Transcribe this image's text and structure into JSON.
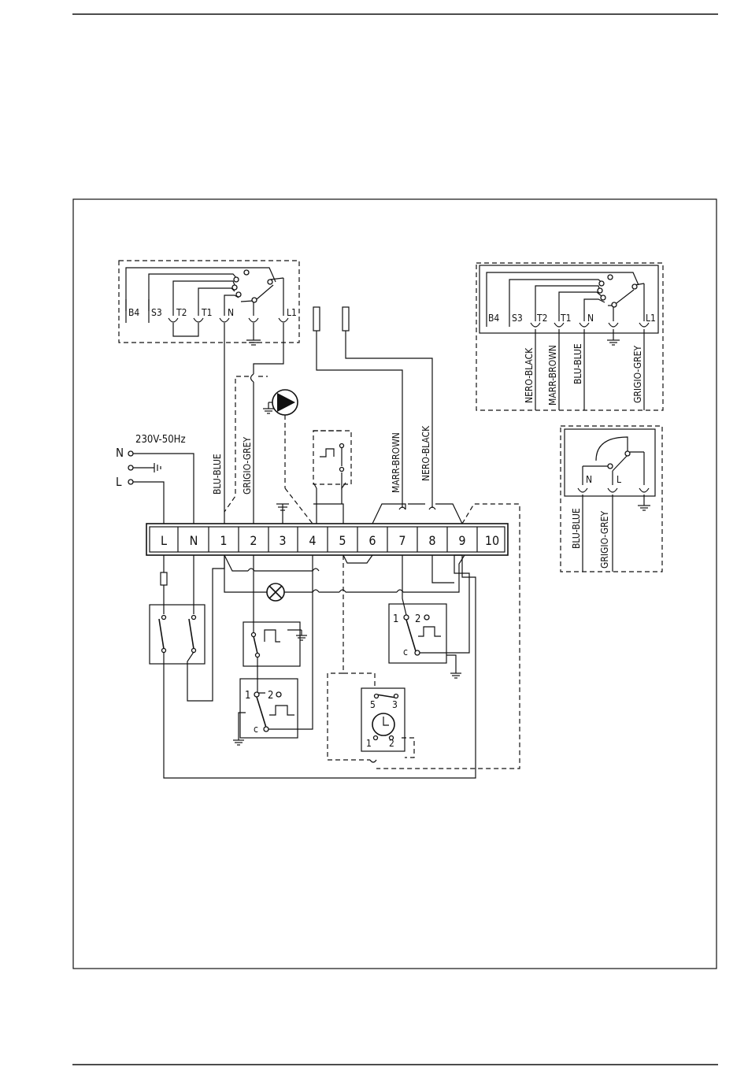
{
  "supply": {
    "voltage": "230V-50Hz",
    "neutral": "N",
    "line": "L"
  },
  "terminal_block": [
    "L",
    "N",
    "1",
    "2",
    "3",
    "4",
    "5",
    "6",
    "7",
    "8",
    "9",
    "10"
  ],
  "terminals": {
    "b4": "B4",
    "s3": "S3",
    "t2": "T2",
    "t1": "T1",
    "n": "N",
    "l1": "L1",
    "n2": "N",
    "l": "L"
  },
  "wire_labels": {
    "blu_blue": "BLU-BLUE",
    "grigio_grey": "GRIGIO-GREY",
    "marr_brown": "MARR-BROWN",
    "nero_black": "NERO-BLACK",
    "marr_brown_alt": "MARR-BROWN"
  },
  "switch_contacts": {
    "one": "1",
    "two": "2",
    "c": "c",
    "five": "5",
    "three": "3"
  }
}
